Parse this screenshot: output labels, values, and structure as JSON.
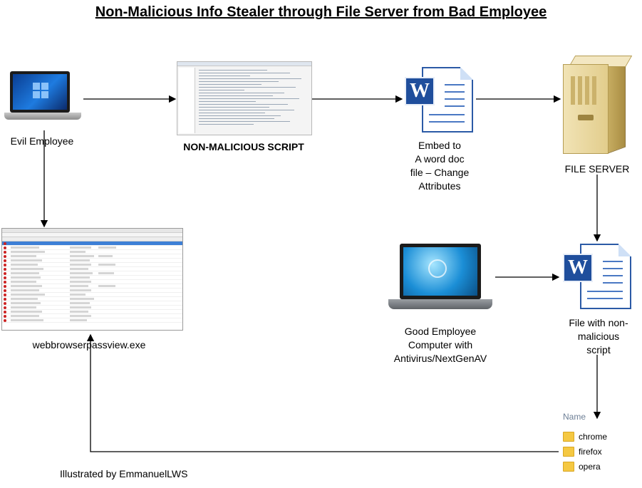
{
  "title": "Non-Malicious Info Stealer through File Server from Bad Employee",
  "nodes": {
    "evil_employee": "Evil Employee",
    "script": "NON-MALICIOUS SCRIPT",
    "embed": [
      "Embed to",
      "A word doc",
      "file – Change",
      "Attributes"
    ],
    "file_server": "FILE SERVER",
    "good_employee": [
      "Good Employee",
      "Computer with",
      "Antivirus/NextGenAV"
    ],
    "file_with_script": [
      "File with non-",
      "malicious",
      "script"
    ],
    "passview": "webbrowserpassview.exe"
  },
  "folders": {
    "header": "Name",
    "items": [
      "chrome",
      "firefox",
      "opera"
    ]
  },
  "credit": "Illustrated by EmmanuelLWS",
  "icons": {
    "word_letter": "W",
    "colors": {
      "word_blue": "#1f4e9c",
      "folder": "#f5c842",
      "arrow": "#000000"
    }
  }
}
